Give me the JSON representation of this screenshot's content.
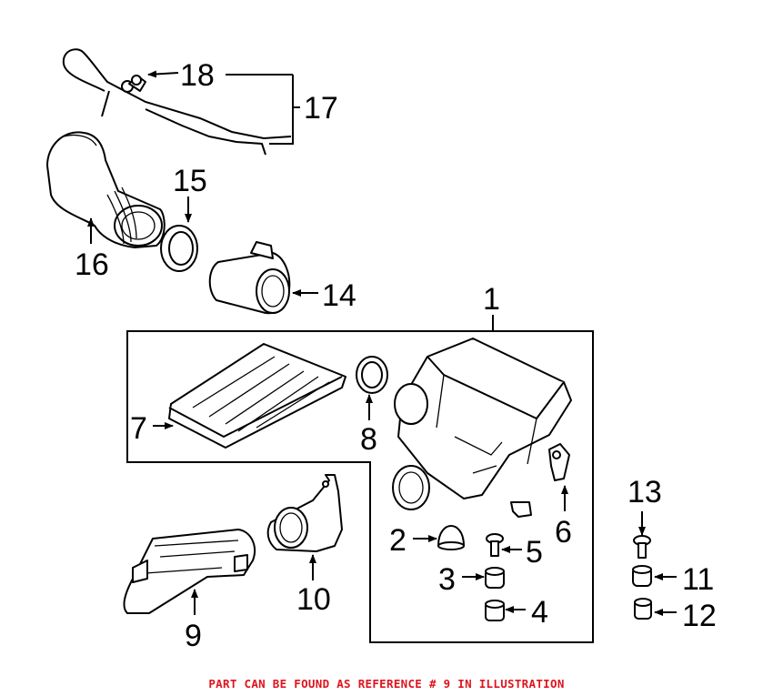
{
  "callouts": [
    "1",
    "2",
    "3",
    "4",
    "5",
    "6",
    "7",
    "8",
    "9",
    "10",
    "11",
    "12",
    "13",
    "14",
    "15",
    "16",
    "17",
    "18"
  ],
  "caption": "PART CAN BE FOUND AS REFERENCE # 9 IN ILLUSTRATION",
  "caption_color": "#e0141e",
  "line_color": "#000000"
}
